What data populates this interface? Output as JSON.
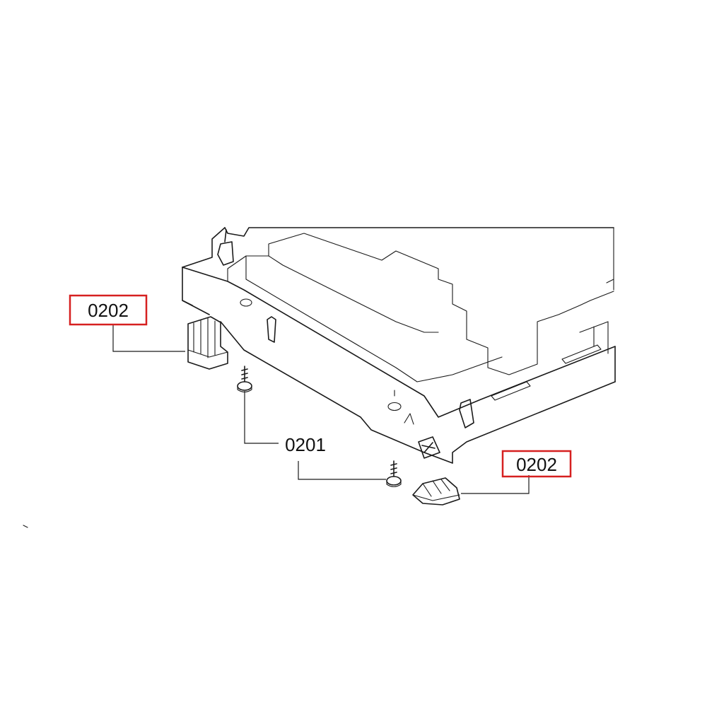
{
  "callouts": {
    "foot_left": {
      "text": "0202",
      "highlighted": true
    },
    "screws": {
      "text": "0201",
      "highlighted": false
    },
    "foot_right": {
      "text": "0202",
      "highlighted": true
    }
  },
  "colors": {
    "highlight_box": "#d62020",
    "line": "#1a1a1a",
    "background": "#ffffff"
  }
}
